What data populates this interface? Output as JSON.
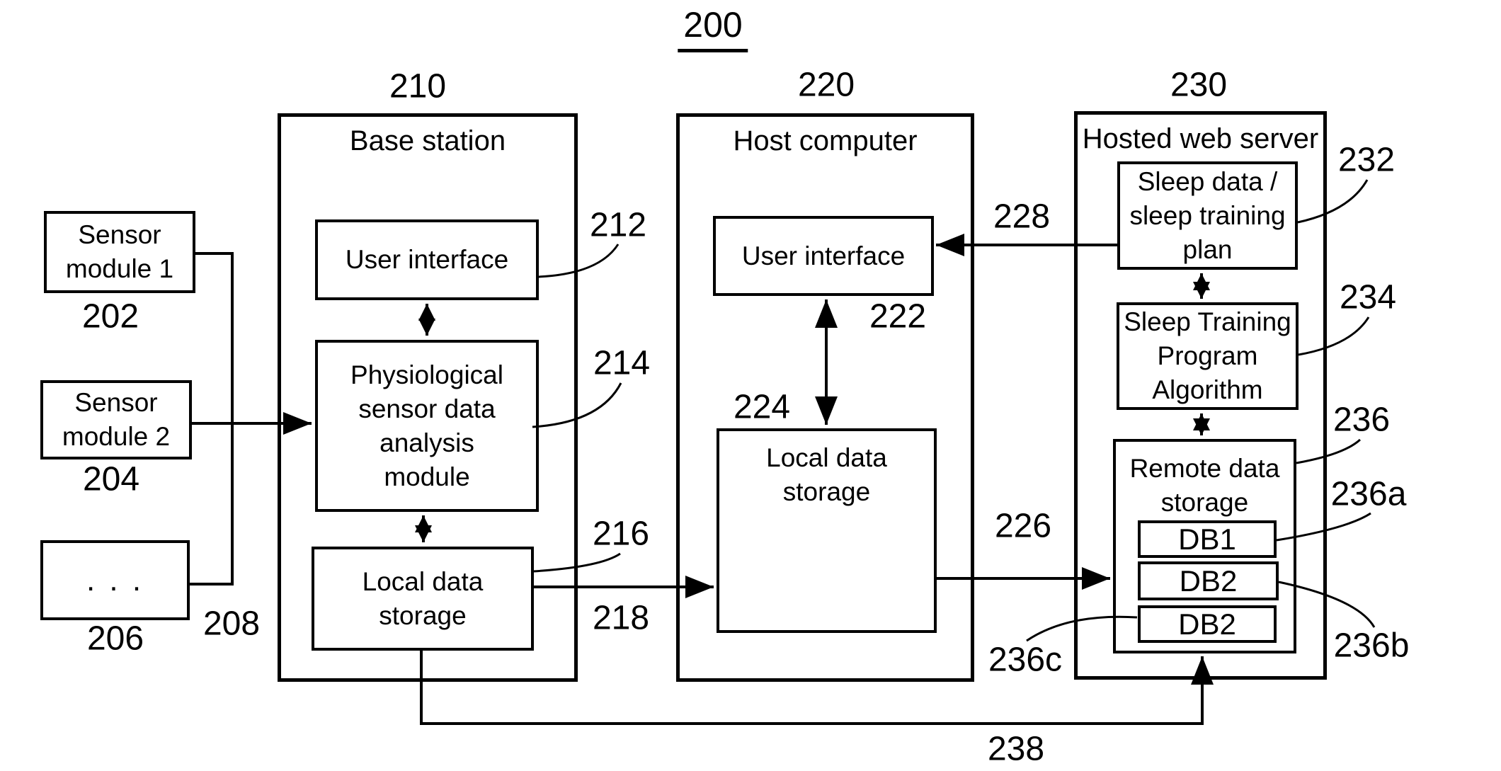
{
  "figure": {
    "ref": "200"
  },
  "groups": {
    "base_station": {
      "ref": "210",
      "title": "Base station"
    },
    "host_computer": {
      "ref": "220",
      "title": "Host computer"
    },
    "hosted_web_server": {
      "ref": "230",
      "title": "Hosted web server"
    }
  },
  "nodes": {
    "sensor_module_1": {
      "ref": "202",
      "label": "Sensor\nmodule 1"
    },
    "sensor_module_2": {
      "ref": "204",
      "label": "Sensor\nmodule 2"
    },
    "sensor_module_n": {
      "ref": "206",
      "label": ". . ."
    },
    "base_user_interface": {
      "ref": "212",
      "label": "User interface"
    },
    "sensor_analysis": {
      "ref": "214",
      "label": "Physiological\nsensor data\nanalysis\nmodule"
    },
    "base_local_storage": {
      "ref": "216",
      "label": "Local data\nstorage"
    },
    "host_user_interface": {
      "ref": "222",
      "label": "User interface"
    },
    "host_local_storage": {
      "ref": "224",
      "label": "Local data\nstorage"
    },
    "sleep_data_plan": {
      "ref": "232",
      "label": "Sleep data /\nsleep training\nplan"
    },
    "sleep_training_algorithm": {
      "ref": "234",
      "label": "Sleep Training\nProgram\nAlgorithm"
    },
    "remote_data_storage": {
      "ref": "236",
      "label": "Remote data\nstorage"
    },
    "db1": {
      "ref": "236a",
      "label": "DB1"
    },
    "db2": {
      "ref": "236b",
      "label": "DB2"
    },
    "db3": {
      "ref": "236c",
      "label": "DB2"
    }
  },
  "connections": {
    "sensor_bus": {
      "ref": "208"
    },
    "storage_link_base_host": {
      "ref": "218"
    },
    "storage_link_host_remote": {
      "ref": "226"
    },
    "plan_to_host_ui": {
      "ref": "228"
    },
    "storage_sync": {
      "ref": "238"
    }
  }
}
